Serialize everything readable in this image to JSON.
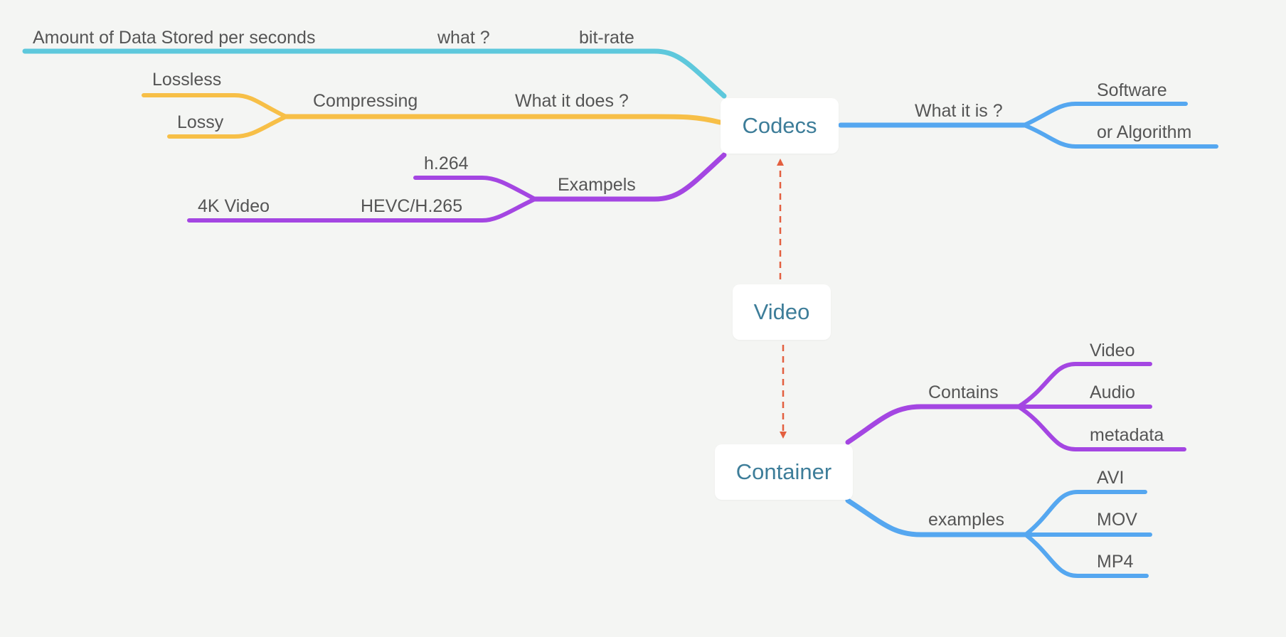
{
  "colors": {
    "teal": "#5ec8dc",
    "yellow": "#f7bf47",
    "purple": "#a446e2",
    "blue": "#55a7f0",
    "relation": "#e35f3f",
    "node_text": "#3d7d99",
    "label_text": "#555555",
    "background": "#f4f5f3"
  },
  "nodes": {
    "video": "Video",
    "codecs": "Codecs",
    "container": "Container"
  },
  "codecs": {
    "bitrate": "bit-rate",
    "what": "what ?",
    "amount": "Amount of Data Stored per seconds",
    "what_it_does": "What it does ?",
    "compressing": "Compressing",
    "lossless": "Lossless",
    "lossy": "Lossy",
    "exampels": "Exampels",
    "h264": "h.264",
    "hevc": "HEVC/H.265",
    "video4k": "4K Video",
    "what_it_is": "What it is ?",
    "software": "Software",
    "algorithm": "or Algorithm"
  },
  "container": {
    "contains": "Contains",
    "video": "Video",
    "audio": "Audio",
    "metadata": "metadata",
    "examples": "examples",
    "avi": "AVI",
    "mov": "MOV",
    "mp4": "MP4"
  }
}
